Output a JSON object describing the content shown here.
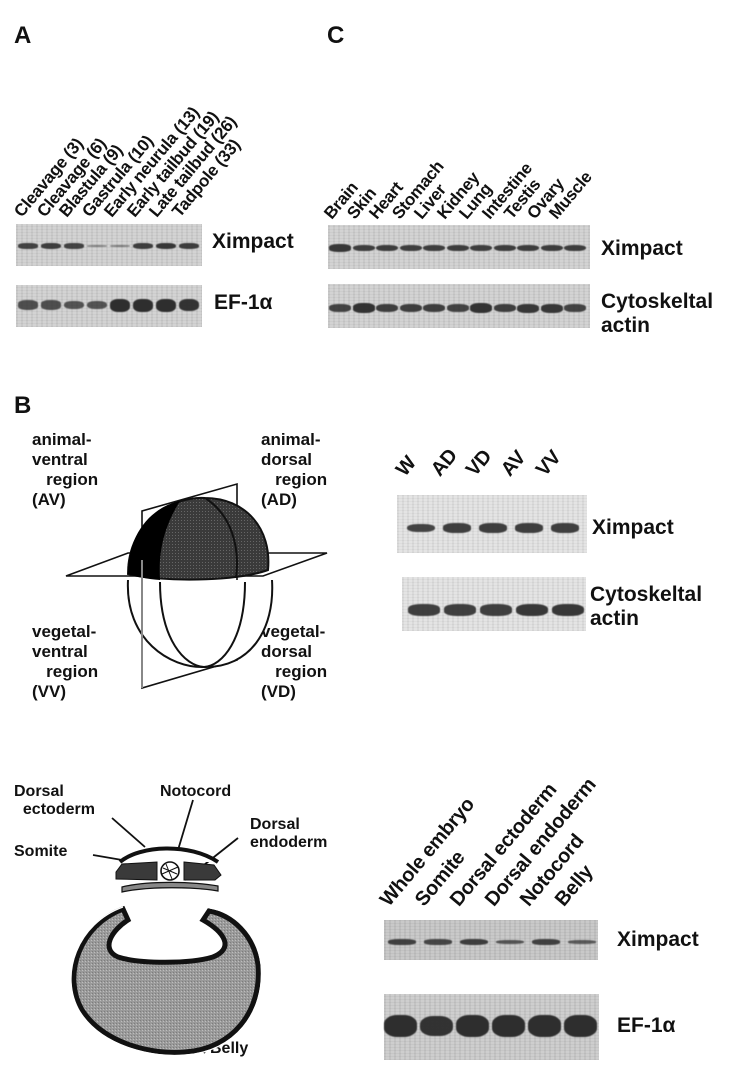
{
  "figure": {
    "panels": {
      "A": {
        "letter": "A",
        "lanes": [
          "Cleavage (3)",
          "Cleavage (6)",
          "Blastula (9)",
          "Gastrula (10)",
          "Early neurula (13)",
          "Early tailbud (19)",
          "Late tailbud (26)",
          "Tadpole (33)"
        ],
        "blots": [
          {
            "label": "Ximpact",
            "band_intensity": [
              0.8,
              0.85,
              0.8,
              0.25,
              0.3,
              0.85,
              0.9,
              0.85
            ]
          },
          {
            "label": "EF-1α",
            "band_intensity": [
              0.7,
              0.7,
              0.65,
              0.65,
              1.0,
              1.0,
              1.0,
              0.95
            ]
          }
        ]
      },
      "C": {
        "letter": "C",
        "lanes": [
          "Brain",
          "Skin",
          "Heart",
          "Stomach",
          "Liver",
          "Kidney",
          "Lung",
          "Intestine",
          "Testis",
          "Ovary",
          "Muscle"
        ],
        "blots": [
          {
            "label": "Ximpact",
            "band_intensity": [
              0.9,
              0.85,
              0.85,
              0.85,
              0.85,
              0.85,
              0.85,
              0.85,
              0.85,
              0.85,
              0.85
            ]
          },
          {
            "label": "Cytoskeltal\nactin",
            "band_intensity": [
              0.8,
              0.95,
              0.85,
              0.85,
              0.85,
              0.8,
              0.95,
              0.85,
              0.9,
              0.9,
              0.8
            ]
          }
        ]
      },
      "B": {
        "letter": "B",
        "diagram_top": {
          "labels": {
            "av": "animal-\nventral\n   region\n(AV)",
            "ad": "animal-\ndorsal\n   region\n(AD)",
            "vv": "vegetal-\nventral\n   region\n(VV)",
            "vd": "vegetal-\ndorsal\n   region\n(VD)"
          }
        },
        "blot_top": {
          "lanes": [
            "W",
            "AD",
            "VD",
            "AV",
            "VV"
          ],
          "blots": [
            {
              "label": "Ximpact",
              "band_intensity": [
                0.8,
                0.85,
                0.85,
                0.85,
                0.85
              ]
            },
            {
              "label": "Cytoskeltal\nactin",
              "band_intensity": [
                0.85,
                0.85,
                0.85,
                0.9,
                0.9
              ]
            }
          ]
        },
        "diagram_bottom": {
          "labels": {
            "dorsal_ectoderm": "Dorsal\n  ectoderm",
            "notocord": "Notocord",
            "dorsal_endoderm": "Dorsal\nendoderm",
            "somite": "Somite",
            "belly": "Belly"
          }
        },
        "blot_bottom": {
          "lanes": [
            "Whole embryo",
            "Somite",
            "Dorsal ectoderm",
            "Dorsal endoderm",
            "Notocord",
            "Belly"
          ],
          "blots": [
            {
              "label": "Ximpact",
              "band_intensity": [
                0.8,
                0.75,
                0.85,
                0.6,
                0.8,
                0.55
              ]
            },
            {
              "label": "EF-1α",
              "band_intensity": [
                1.0,
                0.95,
                1.0,
                1.0,
                1.0,
                1.0
              ]
            }
          ]
        }
      }
    }
  }
}
